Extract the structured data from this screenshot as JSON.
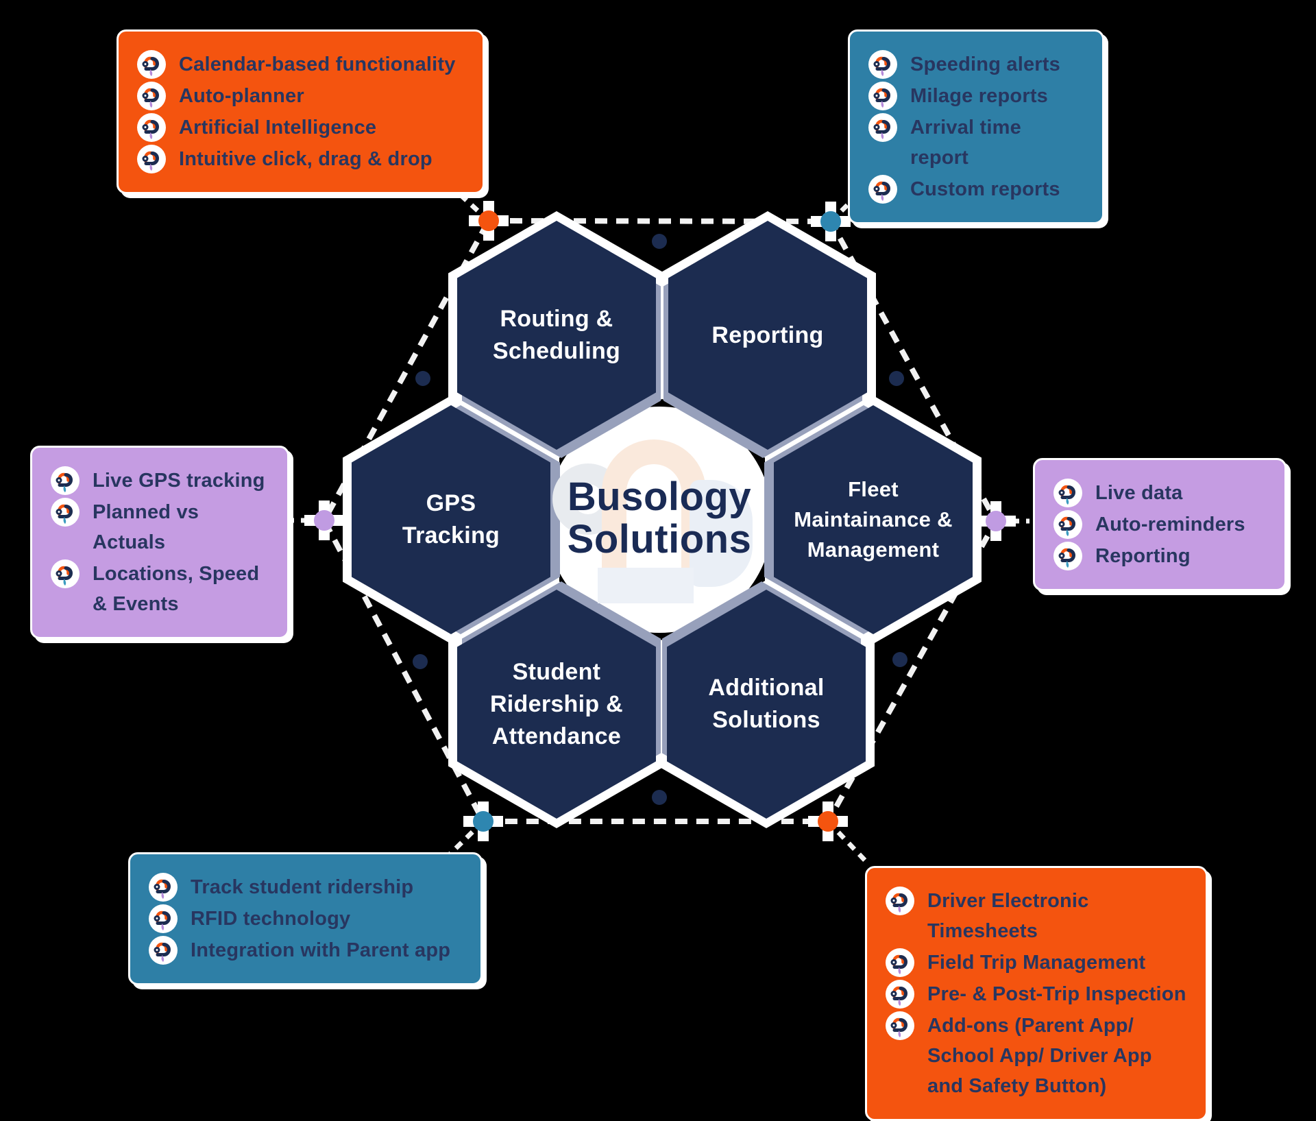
{
  "title": {
    "line1": "Busology",
    "line2": "Solutions"
  },
  "hexagons": {
    "routing": {
      "lines": [
        "Routing &",
        "Scheduling"
      ]
    },
    "reporting": {
      "lines": [
        "Reporting"
      ]
    },
    "gps": {
      "lines": [
        "GPS",
        "Tracking"
      ]
    },
    "fleet": {
      "lines": [
        "Fleet",
        "Maintainance &",
        "Management"
      ]
    },
    "student": {
      "lines": [
        "Student",
        "Ridership &",
        "Attendance"
      ]
    },
    "additional": {
      "lines": [
        "Additional",
        "Solutions"
      ]
    }
  },
  "boxes": {
    "top_left": {
      "color": "orange",
      "items": [
        "Calendar-based functionality",
        "Auto-planner",
        "Artificial Intelligence",
        "Intuitive click, drag & drop"
      ]
    },
    "top_right": {
      "color": "teal",
      "items": [
        "Speeding alerts",
        "Milage reports",
        "Arrival time report",
        "Custom reports"
      ]
    },
    "left": {
      "color": "purple",
      "items": [
        "Live GPS tracking",
        "Planned vs Actuals",
        "Locations, Speed & Events"
      ]
    },
    "right": {
      "color": "purple",
      "items": [
        "Live data",
        "Auto-reminders",
        "Reporting"
      ]
    },
    "bottom_left": {
      "color": "teal",
      "items": [
        "Track student ridership",
        "RFID technology",
        "Integration with Parent app"
      ]
    },
    "bottom_right": {
      "color": "orange",
      "items": [
        "Driver Electronic Timesheets",
        "Field Trip Management",
        "Pre- & Post-Trip Inspection",
        "Add-ons (Parent App/ School App/ Driver App and Safety Button)"
      ]
    }
  },
  "colors": {
    "orange": "#F4540F",
    "teal": "#2E7FA6",
    "teal-dot": "#2E86B0",
    "purple": "#C59CE2",
    "purple-dot": "#C09BE2",
    "navy": "#1C2C50",
    "bevel": "#97A0BB",
    "bullet-text": "#283660",
    "title-text": "#1A2B55"
  }
}
